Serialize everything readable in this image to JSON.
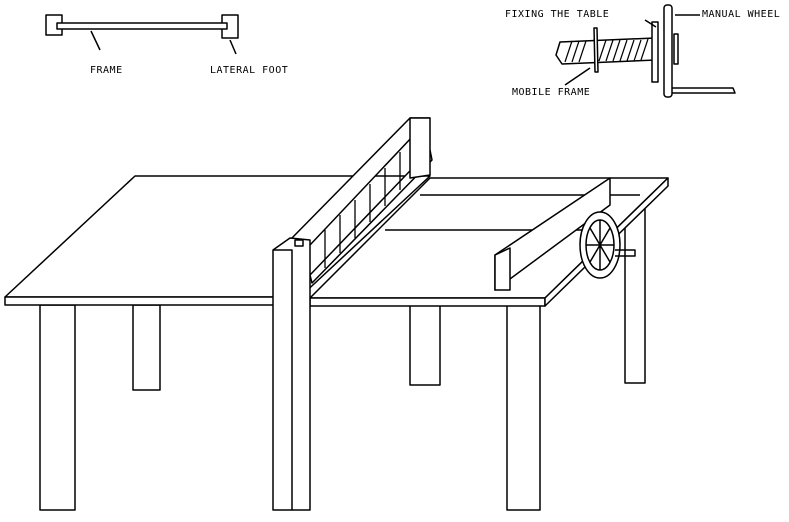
{
  "labels": {
    "frame": "FRAME",
    "lateral_foot": "LATERAL FOOT",
    "fixing_the_table": "FIXING THE TABLE",
    "manual_wheel": "MANUAL WHEEL",
    "mobile_frame": "MOBILE FRAME"
  }
}
